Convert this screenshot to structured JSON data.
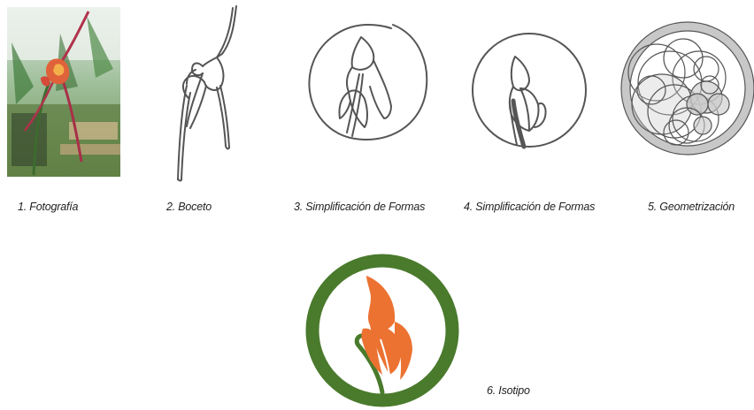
{
  "steps": [
    {
      "label": "1. Fotografía"
    },
    {
      "label": "2. Boceto"
    },
    {
      "label": "3. Simplificación de Formas"
    },
    {
      "label": "4. Simplificación de Formas"
    },
    {
      "label": "5. Geometrización"
    },
    {
      "label": "6. Isotipo"
    }
  ],
  "colors": {
    "ring_green": "#4a7a2c",
    "flower_orange": "#ec7232",
    "sketch_gray": "#555555",
    "geometry_fill": "#c8c8c8"
  }
}
